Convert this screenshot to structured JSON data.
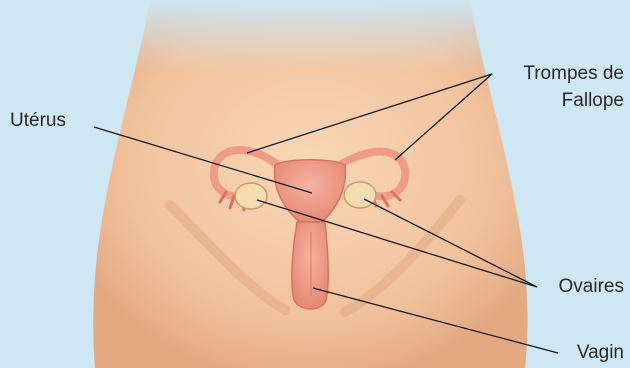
{
  "labels": {
    "uterus": "Utérus",
    "fallopian_line1": "Trompes de",
    "fallopian_line2": "Fallope",
    "ovaries": "Ovaires",
    "vagina": "Vagin"
  },
  "colors": {
    "background": "#cfe6f3",
    "skin": "#f3c9a4",
    "skin_shadow": "#dba37e",
    "organ": "#ee9c88",
    "organ_dark": "#d9725f",
    "ovary": "#f4dcb0",
    "line": "#1a1a1a"
  }
}
